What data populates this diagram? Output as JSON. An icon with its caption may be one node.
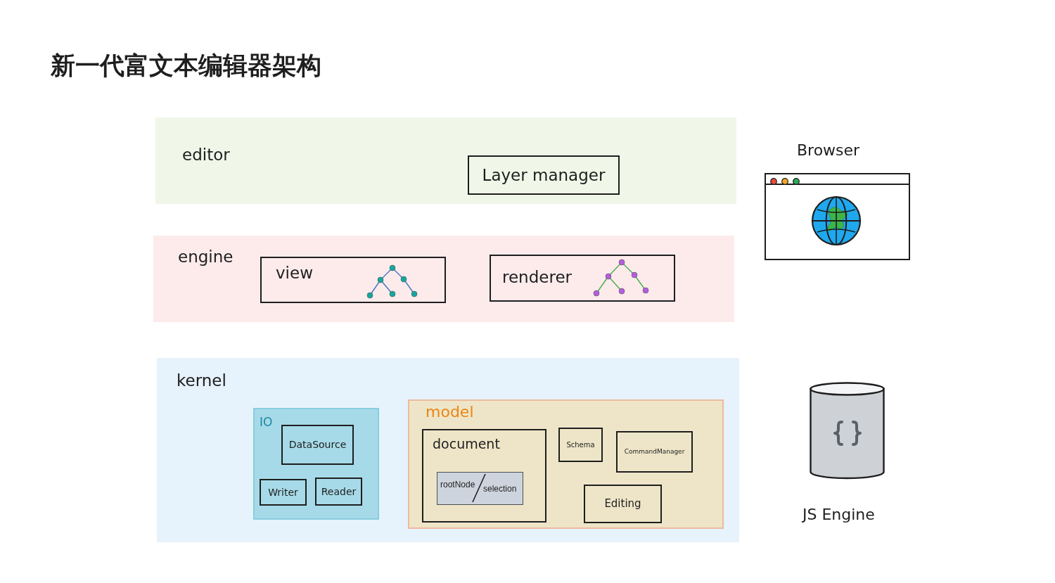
{
  "diagram": {
    "title": "新一代富文本编辑器架构",
    "nodes": [
      {
        "text": [
          "editor"
        ]
      },
      {
        "text": [
          "Layer manager"
        ],
        "in": 0
      },
      {
        "text": [
          "engine"
        ]
      },
      {
        "text": [
          "view"
        ],
        "in": 2
      },
      {
        "text": [
          "renderer"
        ],
        "in": 2
      },
      {
        "text": [
          "kernel"
        ]
      },
      {
        "text": [
          "IO"
        ],
        "in": 5
      },
      {
        "text": [
          "DataSource"
        ],
        "in": 6
      },
      {
        "text": [
          "Writer"
        ],
        "in": 6
      },
      {
        "text": [
          "Reader"
        ],
        "in": 6
      },
      {
        "text": [
          "model"
        ],
        "in": 5
      },
      {
        "text": [
          "document"
        ],
        "in": 10
      },
      {
        "text": [
          "rootNode",
          "selection"
        ],
        "in": 11
      },
      {
        "text": [
          "Schema"
        ],
        "in": 10
      },
      {
        "text": [
          "CommandManager"
        ],
        "in": 10
      },
      {
        "text": [
          "Editing"
        ],
        "in": 10
      },
      {
        "text": [],
        "shape": "picture",
        "beside": [
          "Browser"
        ]
      },
      {
        "text": [],
        "shape": "cylinder",
        "beside": [
          "JS Engine"
        ]
      }
    ]
  }
}
